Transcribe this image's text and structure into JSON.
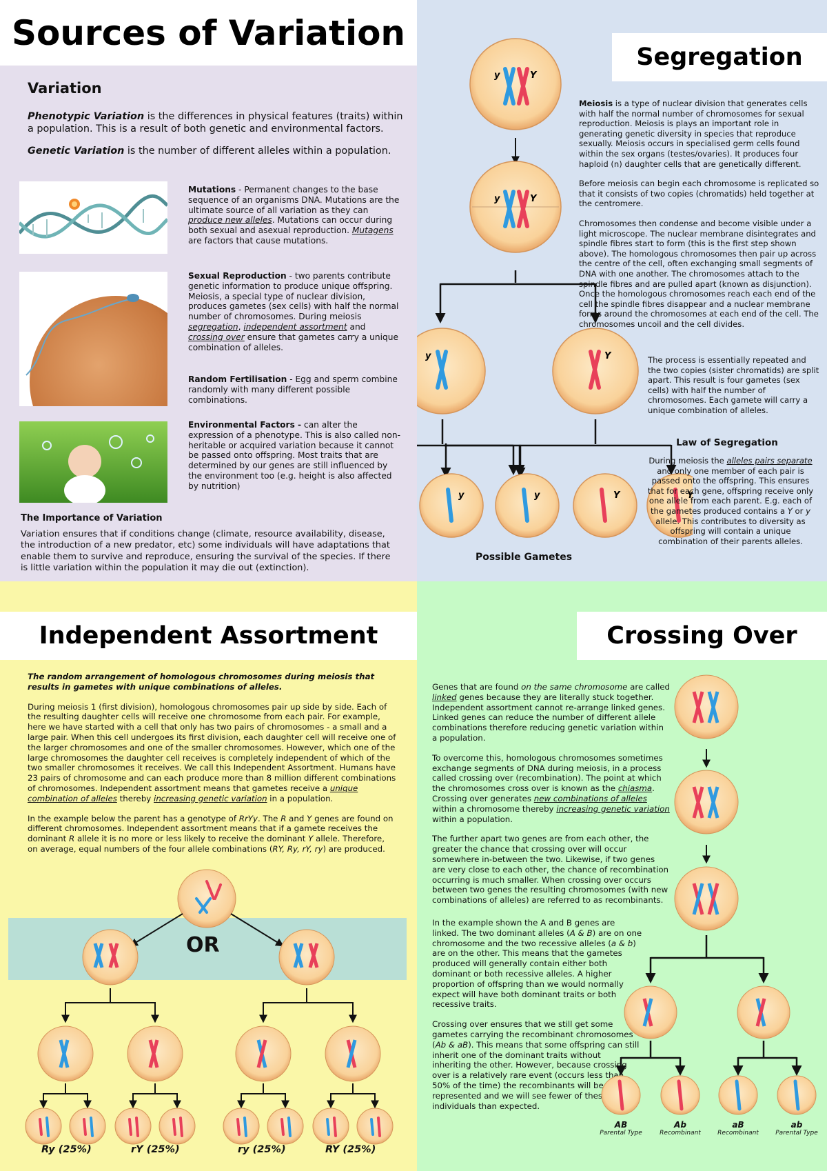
{
  "variation": {
    "title": "Sources of Variation",
    "heading": "Variation",
    "phenotypic_term": "Phenotypic Variation",
    "phenotypic_text": " is the differences in physical features (traits) within a population. This is a result of both genetic and environmental factors.",
    "genetic_term": "Genetic Variation",
    "genetic_text": " is the number of different alleles within a population.",
    "mutations_term": "Mutations",
    "mutations_text1": " - Permanent changes to the base sequence of an organisms DNA. Mutations are the ultimate source of all variation as they can ",
    "mutations_link": "produce new alleles",
    "mutations_text2": ". Mutations can occur during both sexual and asexual reproduction. ",
    "mutagens_link": "Mutagens",
    "mutations_text3": " are factors that cause mutations.",
    "sexual_term": "Sexual Reproduction",
    "sexual_text1": " - two parents contribute genetic information to produce unique offspring. Meiosis, a special type of nuclear division, produces gametes (sex cells) with half the normal number of chromosomes. During meiosis ",
    "sexual_link1": "segregation",
    "sexual_text2": ", ",
    "sexual_link2": "independent assortment",
    "sexual_text3": " and ",
    "sexual_link3": "crossing over",
    "sexual_text4": " ensure that gametes carry a unique combination of alleles.",
    "fert_term": "Random Fertilisation",
    "fert_text": " - Egg and sperm combine randomly with many different possible combinations.",
    "env_term": "Environmental Factors -",
    "env_text": " can alter the expression of a phenotype. This is also called non-heritable or acquired variation because it cannot be passed onto offspring. Most traits that are determined by our genes are still influenced by the environment too (e.g. height is also affected by nutrition)",
    "importance_heading": "The Importance of Variation",
    "importance_text": "Variation ensures that if conditions change (climate, resource availability, disease, the introduction of a new predator, etc) some individuals will have adaptations that enable them to survive and reproduce, ensuring the survival of the species. If there is little variation within the population it may die out (extinction)."
  },
  "segregation": {
    "title": "Segregation",
    "meiosis_term": "Meiosis",
    "meiosis_text": " is a type of nuclear division that generates cells with half the normal number of chromosomes for sexual reproduction. Meiosis is plays an important role in generating genetic diversity in species that reproduce sexually. Meiosis occurs in specialised germ cells found within the sex organs (testes/ovaries). It produces four haploid (n) daughter cells that are genetically different.",
    "para2": "Before meiosis can begin each chromosome is replicated so that it consists of two copies (chromatids) held together at the centromere.",
    "para3": "Chromosomes then condense and become visible under a light microscope. The nuclear membrane disintegrates and spindle fibres start to form (this is the first step shown above). The homologous chromosomes then pair up across the centre of the cell, often exchanging small segments of DNA with one another. The chromosomes attach to the spindle fibres and are pulled apart (known as disjunction). Once the homologous chromosomes reach each end of the cell the spindle fibres disappear and a nuclear membrane forms around the chromosomes at each end of the cell. The chromosomes uncoil and the cell divides.",
    "para4": "The process is essentially repeated and the two copies (sister chromatids) are split apart. This result is four gametes (sex cells) with half the number of chromosomes. Each gamete will carry a unique combination of alleles.",
    "law_heading": "Law of Segregation",
    "law_text1": "During meiosis the ",
    "law_link": "alleles pairs separate",
    "law_text2": " and only one member of each pair is passed onto the offspring. This ensures that for each gene, offspring receive only one allele from each parent. E.g. each of the gametes produced contains a ",
    "law_y1": "Y",
    "law_text3": " or ",
    "law_y2": "y",
    "law_text4": " allele. This contributes to diversity as offspring will contain a unique combination of their parents alleles.",
    "gametes_label": "Possible Gametes",
    "allele_small": "y",
    "allele_big": "Y"
  },
  "independent": {
    "title": "Independent Assortment",
    "intro": "The random arrangement of homologous chromosomes during meiosis that results in gametes with unique combinations of alleles.",
    "para2a": "During meiosis 1 (first division), homologous chromosomes pair up side by side. Each of the resulting daughter cells will receive one chromosome from each pair. For example, here we have started with a cell that only has two pairs of chromosomes - a small and a large pair. When this cell undergoes its first division, each daughter cell will receive one of the larger chromosomes and one of the smaller chromosomes. However, which one of the large chromosomes the daughter cell receives is completely independent of which of the two smaller chromosomes it receives. We call this Independent Assortment. Humans have 23 pairs of chromosome and can each produce more than 8 million different combinations of chromosomes. Independent assortment means that gametes receive a ",
    "para2_link1": "unique combination of alleles",
    "para2b": " thereby ",
    "para2_link2": "increasing genetic variation",
    "para2c": " in a population.",
    "para3a": "In the example below the parent has a genotype of ",
    "genotype": "RrYy",
    "para3b": ". The ",
    "R": "R",
    "para3c": " and ",
    "Y": "Y",
    "para3d": " genes are found on different chromosomes. Independent assortment means that if a gamete receives the dominant ",
    "para3e": " allele it is no more or less likely to receive the dominant ",
    "para3f": " allele. Therefore, on average, equal numbers of the four allele combinations (",
    "combos": "RY, Ry, rY, ry",
    "para3g": ") are produced.",
    "or_label": "OR",
    "results": [
      "Ry (25%)",
      "rY (25%)",
      "ry (25%)",
      "RY (25%)"
    ]
  },
  "crossing": {
    "title": "Crossing Over",
    "p1a": "Genes that are found ",
    "p1b": "on the same chromosome",
    "p1c": " are called ",
    "p1_link": "linked",
    "p1d": " genes because they are literally stuck together. Independent assortment cannot re-arrange linked genes. Linked genes can reduce the number of different allele combinations therefore reducing genetic variation within a population.",
    "p2a": "To overcome this, homologous chromosomes sometimes exchange segments of DNA during meiosis, in a process called crossing over (recombination). The point at which the chromosomes cross over is known as the ",
    "p2_link1": "chiasma",
    "p2b": ". Crossing over generates ",
    "p2_link2": "new combinations of alleles",
    "p2c": " within a chromosome thereby ",
    "p2_link3": "increasing genetic variation",
    "p2d": " within a population.",
    "p3": "The further apart two genes are from each other, the greater the chance that crossing over will occur somewhere in-between the two. Likewise, if two genes are very close to each other, the chance of recombination occurring is much smaller. When crossing over occurs between two genes the resulting chromosomes (with new combinations of alleles) are referred to as recombinants.",
    "p4a": "In the example shown the A and B genes are linked. The two dominant alleles (",
    "p4_ab_dom": "A & B",
    "p4b": ") are on one chromosome and the two recessive alleles (",
    "p4_ab_rec": "a & b",
    "p4c": ") are on the other. This means that the gametes produced will generally contain either both dominant or both recessive alleles. A higher proportion of offspring than we would normally expect will have both dominant traits or both recessive traits.",
    "p5a": "Crossing over ensures that we still get some gametes carrying the recombinant chromosomes (",
    "p5_rec": "Ab & aB",
    "p5b": "). This means that some offspring can still inherit one of the dominant traits without inheriting the other. However, because crossing over is a relatively rare event (occurs less than 50% of the time) the recombinants will be under-represented and we will see fewer of these individuals than expected.",
    "gametes": [
      {
        "genotype": "AB",
        "type": "Parental Type"
      },
      {
        "genotype": "Ab",
        "type": "Recombinant"
      },
      {
        "genotype": "aB",
        "type": "Recombinant"
      },
      {
        "genotype": "ab",
        "type": "Parental Type"
      }
    ]
  },
  "colors": {
    "variation_bg": "#e5dfed",
    "segregation_bg": "#d7e2f1",
    "independent_bg": "#faf7a8",
    "crossing_bg": "#c6fac6",
    "chrom_blue": "#2f9ae0",
    "chrom_red": "#e8405a",
    "cell_fill": "#fbd9a8",
    "or_band": "#b9dfd6"
  }
}
